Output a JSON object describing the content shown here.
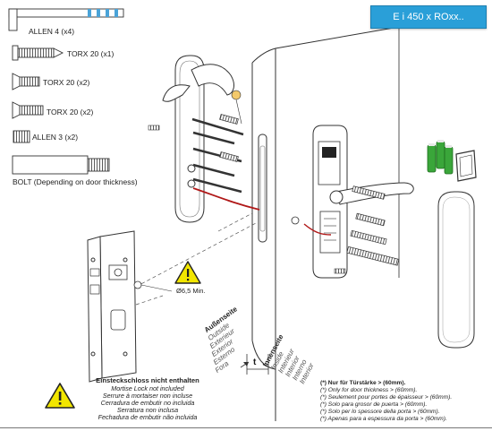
{
  "header": {
    "model_badge": "E i 450 x ROxx.."
  },
  "parts": [
    {
      "label": "ALLEN 4 (x4)",
      "icon": "allen-key-icon"
    },
    {
      "label": "TORX 20 (x1)",
      "icon": "short-torx-screw-icon"
    },
    {
      "label": "TORX 20 (x2)",
      "icon": "countersunk-torx-screw-icon"
    },
    {
      "label": "TORX 20 (x2)",
      "icon": "countersunk-torx-screw-icon"
    },
    {
      "label": "ALLEN 3 (x2)",
      "icon": "grub-screw-icon"
    },
    {
      "label": "BOLT (Depending on door thickness)",
      "icon": "bolt-icon"
    }
  ],
  "measurement": {
    "label": "Ø6,5 Min."
  },
  "door": {
    "thickness_symbol": "t"
  },
  "outside_labels": [
    "Außenseite",
    "Outside",
    "Exterieur",
    "Exterior",
    "Esterno",
    "Fora"
  ],
  "inside_labels": [
    "Innenseite",
    "Inside",
    "Interieur",
    "Interior",
    "Interno",
    "Interior"
  ],
  "mortise_note": [
    "Einsteckschloss nicht enthalten",
    "Mortise Lock not included",
    "Serrure à mortaiser non incluse",
    "Cerradura de embutir no incluida",
    "Serratura non inclusa",
    "Fechadura de embutir não incluida"
  ],
  "thickness_note": [
    "(*) Nur für Türstärke > (60mm).",
    "(*) Only for door thickness > (60mm).",
    "(*) Seulement pour portes de épaisseur > (60mm).",
    "(*) Solo para grosor de puerta > (60mm).",
    "(*) Solo per lo spessore della porta > (60mm).",
    "(*) Apenas para a espessura da porta > (60mm)."
  ],
  "colors": {
    "badge": "#2a9fd8",
    "battery": "#3aa63a",
    "warning": "#f2e600",
    "marker": "#f3c96b",
    "wire": "#b01818"
  }
}
